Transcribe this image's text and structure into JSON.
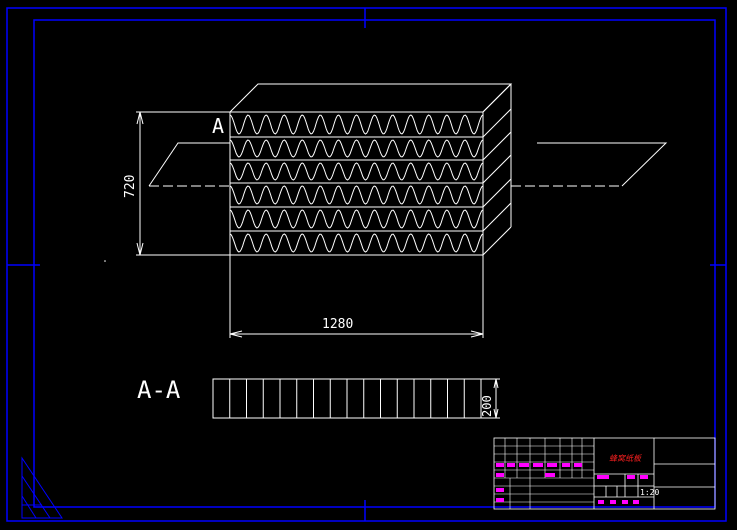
{
  "drawing": {
    "section_marker": "A",
    "section_title": "A-A",
    "dim_height": "720",
    "dim_width": "1280",
    "dim_section": "200"
  },
  "title_block": {
    "drawing_name": "蜂窝纸板",
    "scale": "1:20"
  },
  "colors": {
    "background": "#000000",
    "frame": "#0000ff",
    "geometry": "#ffffff",
    "title_text_red": "#ff2020",
    "title_text_magenta": "#ff00ff"
  }
}
